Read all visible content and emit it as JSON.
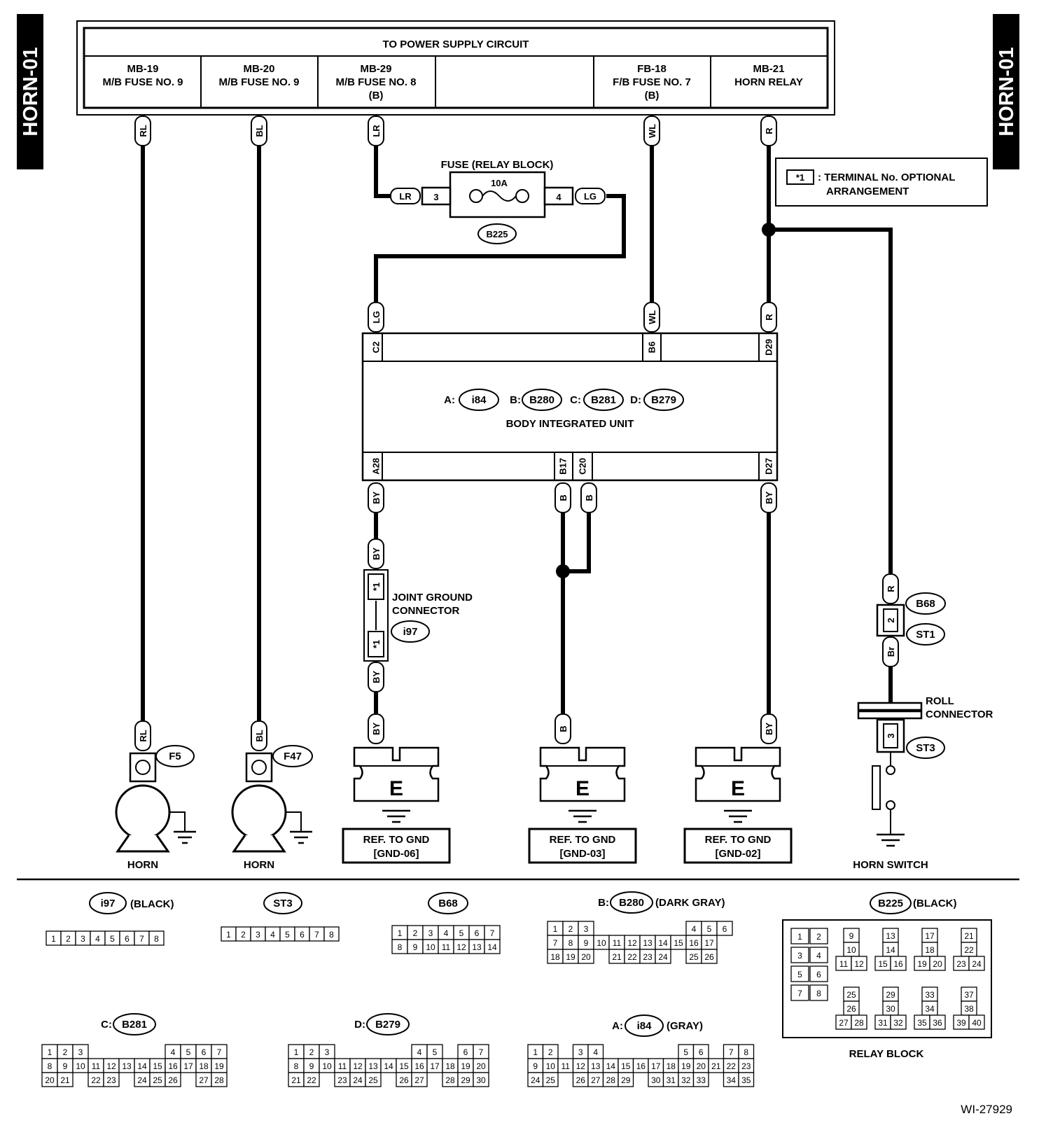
{
  "side_tabs": {
    "left": "HORN-01",
    "right": "HORN-01"
  },
  "power_supply": {
    "title": "TO POWER SUPPLY CIRCUIT",
    "cells": [
      {
        "l1": "MB-19",
        "l2": "M/B FUSE NO. 9",
        "l3": ""
      },
      {
        "l1": "MB-20",
        "l2": "M/B FUSE NO. 9",
        "l3": ""
      },
      {
        "l1": "MB-29",
        "l2": "M/B FUSE NO. 8",
        "l3": "(B)"
      },
      {
        "l1": "",
        "l2": "",
        "l3": ""
      },
      {
        "l1": "FB-18",
        "l2": "F/B FUSE NO. 7",
        "l3": "(B)"
      },
      {
        "l1": "MB-21",
        "l2": "HORN RELAY",
        "l3": ""
      }
    ]
  },
  "wire_colors": {
    "rl": "RL",
    "bl": "BL",
    "lr": "LR",
    "wl": "WL",
    "r": "R",
    "lg": "LG",
    "by": "BY",
    "b": "B",
    "br": "Br"
  },
  "fuse": {
    "title": "FUSE (RELAY BLOCK)",
    "rating": "10A",
    "pin_in": "3",
    "pin_out": "4",
    "connector": "B225"
  },
  "legend": {
    "symbol": "*1",
    "text1": ": TERMINAL No. OPTIONAL",
    "text2": "ARRANGEMENT"
  },
  "biu": {
    "title": "BODY INTEGRATED UNIT",
    "connectors": [
      {
        "letter": "A:",
        "id": "i84"
      },
      {
        "letter": "B:",
        "id": "B280"
      },
      {
        "letter": "C:",
        "id": "B281"
      },
      {
        "letter": "D:",
        "id": "B279"
      }
    ],
    "top_pins": [
      "C2",
      "B6",
      "D29"
    ],
    "bottom_pins": [
      "A28",
      "B17",
      "C20",
      "D27"
    ]
  },
  "joint_ground": {
    "line1": "JOINT GROUND",
    "line2": "CONNECTOR",
    "id": "i97",
    "pin": "*1"
  },
  "grounds": [
    {
      "symbol": "E",
      "line1": "REF. TO GND",
      "line2": "[GND-06]"
    },
    {
      "symbol": "E",
      "line1": "REF. TO GND",
      "line2": "[GND-03]"
    },
    {
      "symbol": "E",
      "line1": "REF. TO GND",
      "line2": "[GND-02]"
    }
  ],
  "horns": [
    {
      "label": "HORN",
      "connector": "F5"
    },
    {
      "label": "HORN",
      "connector": "F47"
    }
  ],
  "horn_switch": {
    "label": "HORN SWITCH",
    "roll1": "ROLL",
    "roll2": "CONNECTOR",
    "b68": "B68",
    "st1": "ST1",
    "st3": "ST3",
    "pin2": "2",
    "pin3": "3"
  },
  "connector_views": {
    "i97": {
      "id": "i97",
      "note": "(BLACK)"
    },
    "st3": {
      "id": "ST3",
      "note": ""
    },
    "b68": {
      "id": "B68",
      "note": ""
    },
    "b280": {
      "prefix": "B:",
      "id": "B280",
      "note": "(DARK GRAY)"
    },
    "b225": {
      "id": "B225",
      "note": "(BLACK)",
      "caption": "RELAY BLOCK"
    },
    "b281": {
      "prefix": "C:",
      "id": "B281",
      "note": ""
    },
    "b279": {
      "prefix": "D:",
      "id": "B279",
      "note": ""
    },
    "i84": {
      "prefix": "A:",
      "id": "i84",
      "note": "(GRAY)"
    }
  },
  "figure_code": "WI-27929"
}
